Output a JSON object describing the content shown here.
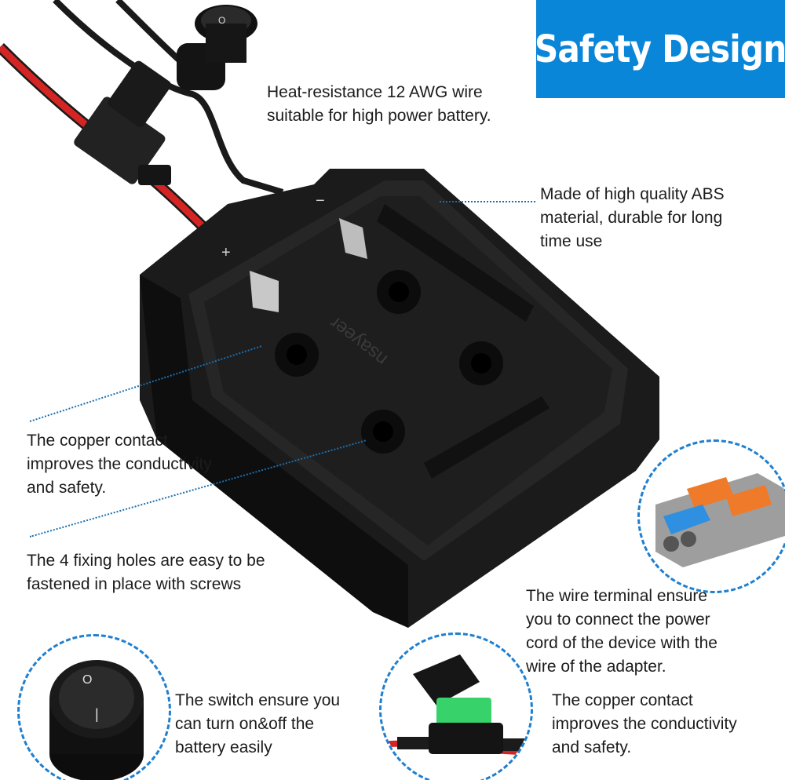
{
  "banner": {
    "title": "Safety Design"
  },
  "product": {
    "brand_mark": "nsayeer",
    "plus_sign": "+",
    "minus_sign": "−"
  },
  "switch_icon": {
    "on_glyph": "O",
    "off_glyph": "|"
  },
  "callouts": {
    "wire": [
      "Heat-resistance 12 AWG wire",
      "suitable for high power battery."
    ],
    "abs": [
      "Made of high quality ABS",
      "material, durable for long",
      "time use"
    ],
    "copper_left": [
      "The copper contact",
      "improves the conductivity",
      "and safety."
    ],
    "holes": [
      "The 4 fixing holes are easy to be",
      "fastened in place with screws"
    ],
    "terminal": [
      "The wire terminal ensure",
      "you to connect the power",
      "cord of the device with the",
      "wire of the adapter."
    ],
    "switch": [
      "The switch ensure you",
      "can turn on&off the",
      "battery easily"
    ],
    "copper_right": [
      "The copper contact",
      "improves the conductivity",
      "and safety."
    ]
  },
  "colors": {
    "banner": "#0a86d8",
    "dotted_line": "#1a6fb0",
    "circle_border": "#1f7fd0",
    "wire_red": "#d42424",
    "fuse_green": "#37d26a"
  }
}
